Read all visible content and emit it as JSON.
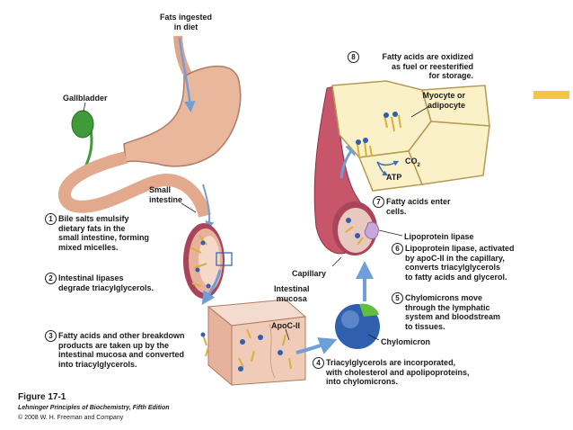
{
  "labels": {
    "fats_ingested": "Fats ingested\nin diet",
    "gallbladder": "Gallbladder",
    "small_intestine": "Small\nintestine",
    "capillary": "Capillary",
    "intestinal_mucosa": "Intestinal\nmucosa",
    "apoc2": "ApoC-II",
    "chylomicron": "Chylomicron",
    "myocyte": "Myocyte or\nadipocyte",
    "co2": "CO",
    "co2_sub": "2",
    "atp": "ATP",
    "lipoprotein_lipase": "Lipoprotein lipase"
  },
  "steps": [
    {
      "num": "1",
      "text": "Bile salts emulsify\ndietary fats in the\nsmall intestine, forming\nmixed micelles."
    },
    {
      "num": "2",
      "text": "Intestinal lipases\ndegrade triacylglycerols."
    },
    {
      "num": "3",
      "text": "Fatty acids and other breakdown\nproducts are taken up by the\nintestinal mucosa and converted\ninto triacylglycerols."
    },
    {
      "num": "4",
      "text": "Triacylglycerols are incorporated,\nwith cholesterol and apolipoproteins,\ninto chylomicrons."
    },
    {
      "num": "5",
      "text": "Chylomicrons move\nthrough the lymphatic\nsystem and bloodstream\nto tissues."
    },
    {
      "num": "6",
      "text": "Lipoprotein lipase, activated\nby apoC-II in the capillary,\nconverts triacylglycerols\nto fatty acids and glycerol."
    },
    {
      "num": "7",
      "text": "Fatty acids enter\ncells."
    },
    {
      "num": "8",
      "text": "Fatty acids are oxidized\nas fuel or reesterified\nfor storage."
    }
  ],
  "figure": {
    "title": "Figure 17-1",
    "book": "Lehninger Principles of Biochemistry, Fifth Edition",
    "copyright": "© 2008 W. H. Freeman and Company"
  },
  "colors": {
    "stomach": "#e9b89c",
    "vessel": "#c8566b",
    "gallbladder": "#3f9a3a",
    "arrow": "#6f9fd8",
    "chylomicron": "#2f5fae",
    "adipocyte": "#fbf1c8",
    "fatty_acid": "#d9b13a",
    "highlight": "#f2c12e"
  }
}
